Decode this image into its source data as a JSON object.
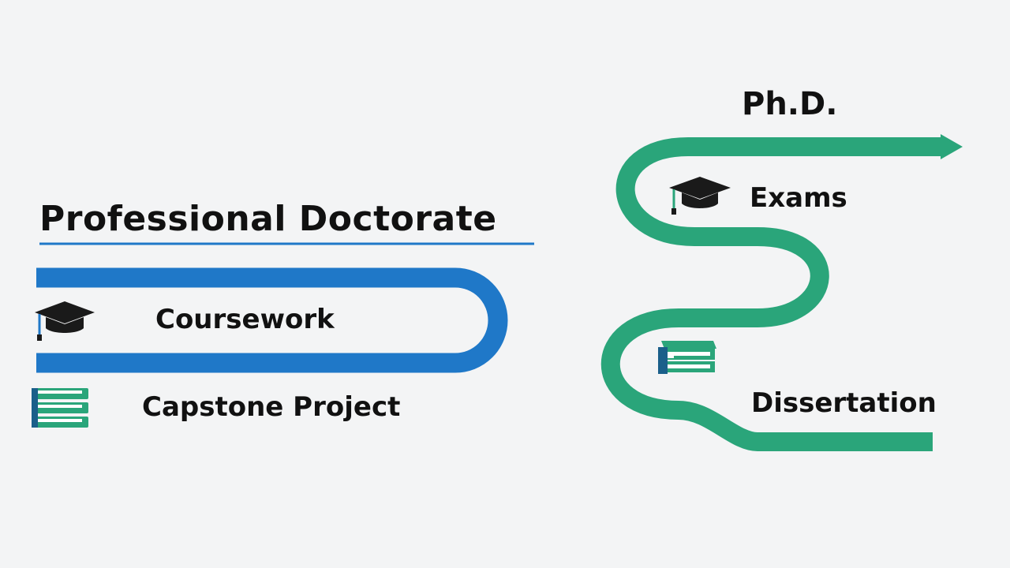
{
  "professional": {
    "title": "Professional Doctorate",
    "color": "#1f78c8",
    "steps": [
      {
        "label": "Coursework",
        "icon": "graduation-cap-icon"
      },
      {
        "label": "Capstone Project",
        "icon": "books-icon"
      }
    ]
  },
  "phd": {
    "title": "Ph.D.",
    "color": "#2aa57a",
    "steps": [
      {
        "label": "Exams",
        "icon": "graduation-cap-icon"
      },
      {
        "label": "Dissertation",
        "icon": "books-icon"
      }
    ]
  }
}
